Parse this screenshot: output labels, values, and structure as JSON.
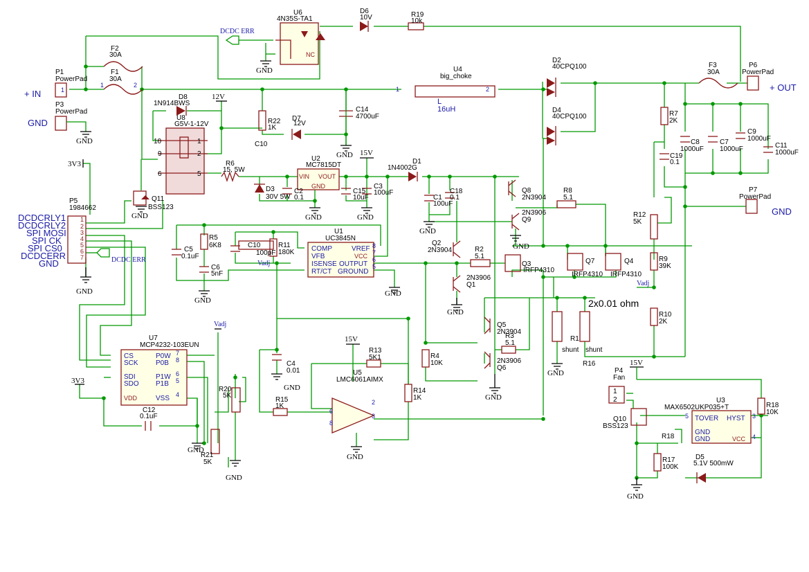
{
  "power_pins": {
    "in": "+ IN",
    "gnd": "GND",
    "out": "+ OUT",
    "gnd_out": "GND"
  },
  "nets": {
    "v12": "12V",
    "v15": "15V",
    "v3v3": "3V3",
    "vadj": "Vadj",
    "dcdc_err": "DCDC ERR",
    "gnd": "GND",
    "shunt_note": "2x0.01 ohm"
  },
  "connector_p5": {
    "ref": "P5",
    "value": "1984662",
    "signals": [
      "DCDCRLY1",
      "DCDCRLY2",
      "SPI MOSI",
      "SPI CK",
      "SPI CS0",
      "DCDCERR",
      "GND"
    ],
    "pins": [
      "1",
      "2",
      "3",
      "4",
      "5",
      "6",
      "7"
    ]
  },
  "pads": {
    "p1": {
      "ref": "P1",
      "value": "PowerPad"
    },
    "p3": {
      "ref": "P3",
      "value": "PowerPad"
    },
    "p6": {
      "ref": "P6",
      "value": "PowerPad"
    },
    "p7": {
      "ref": "P7",
      "value": "PowerPad"
    },
    "p4": {
      "ref": "P4",
      "value": "Fan"
    }
  },
  "fuses": {
    "f1": {
      "ref": "F1",
      "value": "30A"
    },
    "f2": {
      "ref": "F2",
      "value": "30A"
    },
    "f3": {
      "ref": "F3",
      "value": "30A"
    }
  },
  "ics": {
    "u6": {
      "ref": "U6",
      "value": "4N35S-TA1",
      "nc": "NC"
    },
    "u4": {
      "ref": "U4",
      "value": "big_choke",
      "extra": "L",
      "ind": "16uH"
    },
    "u8": {
      "ref": "U8",
      "value": "G5V-1-12V"
    },
    "u2": {
      "ref": "U2",
      "value": "MC7815DT",
      "vin": "VIN",
      "vout": "VOUT",
      "gnd": "GND"
    },
    "u1": {
      "ref": "U1",
      "value": "UC3845N",
      "left": [
        "COMP",
        "VFB",
        "ISENSE",
        "RT/CT"
      ],
      "right": [
        "VREF",
        "VCC",
        "OUTPUT",
        "GROUND"
      ]
    },
    "u7": {
      "ref": "U7",
      "value": "MCP4232-103EUN",
      "left": [
        "CS",
        "SCK",
        "SDI",
        "SDO",
        "VDD"
      ],
      "right": [
        "P0W",
        "P0B",
        "P1W",
        "P1B",
        "VSS"
      ]
    },
    "u5": {
      "ref": "U5",
      "value": "LMC6061AIMX"
    },
    "u3": {
      "ref": "U3",
      "value": "MAX6502UKP035+T",
      "left": [
        "TOVER",
        "GND",
        "GND"
      ],
      "right": [
        "HYST",
        "VCC"
      ]
    }
  },
  "diodes": {
    "d8": {
      "ref": "D8",
      "value": "1N914BWS"
    },
    "d7": {
      "ref": "D7",
      "value": "12V"
    },
    "d6": {
      "ref": "D6",
      "value": "10V"
    },
    "d1": {
      "ref": "D1",
      "value": "1N4002G"
    },
    "d3": {
      "ref": "D3",
      "value": "30V 5W"
    },
    "d2": {
      "ref": "D2",
      "value": "40CPQ100"
    },
    "d4": {
      "ref": "D4",
      "value": "40CPQ100"
    },
    "d5": {
      "ref": "D5",
      "value": "5.1V 500mW"
    }
  },
  "resistors": {
    "r19": {
      "ref": "R19",
      "value": "10k"
    },
    "r22": {
      "ref": "R22",
      "value": "1K"
    },
    "r6": {
      "ref": "R6",
      "value": "15, 5W"
    },
    "r5": {
      "ref": "R5",
      "value": "6K8"
    },
    "r11": {
      "ref": "R11",
      "value": "180K"
    },
    "r2": {
      "ref": "R2",
      "value": "5.1"
    },
    "r8": {
      "ref": "R8",
      "value": "5.1"
    },
    "r3": {
      "ref": "R3",
      "value": "5.1"
    },
    "r4": {
      "ref": "R4",
      "value": "10K"
    },
    "r13": {
      "ref": "R13",
      "value": "5K1"
    },
    "r14": {
      "ref": "R14",
      "value": "1K"
    },
    "r15": {
      "ref": "R15",
      "value": "1K"
    },
    "r20": {
      "ref": "R20",
      "value": "5K"
    },
    "r21": {
      "ref": "R21",
      "value": "5K"
    },
    "r7": {
      "ref": "R7",
      "value": "2K"
    },
    "r12": {
      "ref": "R12",
      "value": "5K"
    },
    "r9": {
      "ref": "R9",
      "value": "39K"
    },
    "r10": {
      "ref": "R10",
      "value": "2K"
    },
    "r1": {
      "ref": "R1",
      "value": "shunt"
    },
    "r16": {
      "ref": "R16",
      "value": "shunt"
    },
    "r17": {
      "ref": "R17",
      "value": "100K"
    },
    "r18": {
      "ref": "R18",
      "value": "10K"
    },
    "r18b": {
      "ref": "R18"
    }
  },
  "capacitors": {
    "c14": {
      "ref": "C14",
      "value": "4700uF"
    },
    "c10a": {
      "ref": "C10"
    },
    "c2": {
      "ref": "C2",
      "value": "0.1"
    },
    "c15": {
      "ref": "C15",
      "value": "10uF"
    },
    "c3": {
      "ref": "C3",
      "value": "100uF"
    },
    "c1": {
      "ref": "C1",
      "value": "100uF"
    },
    "c18": {
      "ref": "C18",
      "value": "0.1"
    },
    "c5": {
      "ref": "C5",
      "value": "0.1uF"
    },
    "c6": {
      "ref": "C6",
      "value": "5nF"
    },
    "c10": {
      "ref": "C10",
      "value": "100pF"
    },
    "c4": {
      "ref": "C4",
      "value": "0.01"
    },
    "c12": {
      "ref": "C12",
      "value": "0.1uF"
    },
    "c19": {
      "ref": "C19",
      "value": "0.1"
    },
    "c8": {
      "ref": "C8",
      "value": "1000uF"
    },
    "c7": {
      "ref": "C7",
      "value": "1000uF"
    },
    "c9": {
      "ref": "C9",
      "value": "1000uF"
    },
    "c11": {
      "ref": "C11",
      "value": "1000uF"
    }
  },
  "transistors": {
    "q11": {
      "ref": "Q11",
      "value": "BSS123"
    },
    "q10": {
      "ref": "Q10",
      "value": "BSS123"
    },
    "q8": {
      "ref": "Q8",
      "value": "2N3904"
    },
    "q9": {
      "ref": "Q9",
      "value": "2N3906"
    },
    "q2": {
      "ref": "Q2",
      "value": "2N3904"
    },
    "q1": {
      "ref": "Q1",
      "value": "2N3906"
    },
    "q5": {
      "ref": "Q5",
      "value": "2N3904"
    },
    "q6": {
      "ref": "Q6",
      "value": "2N3906"
    },
    "q3": {
      "ref": "Q3",
      "value": "IRFP4310"
    },
    "q7": {
      "ref": "Q7",
      "value": "IRFP4310"
    },
    "q4": {
      "ref": "Q4",
      "value": "IRFP4310"
    }
  },
  "pin_numbers": {
    "one": "1",
    "two": "2",
    "three": "3",
    "four": "4",
    "five": "5",
    "six": "6",
    "seven": "7",
    "eight": "8",
    "nine": "9",
    "ten": "10"
  }
}
